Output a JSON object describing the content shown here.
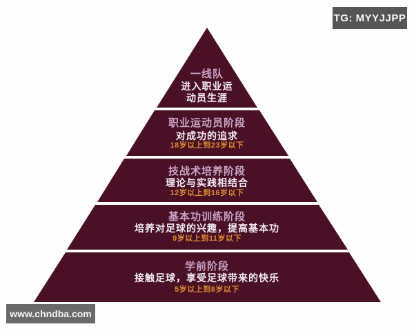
{
  "badges": {
    "top_right": "TG: MYYJJPP",
    "bottom_left": "www.chndba.com"
  },
  "colors": {
    "pyramid_fill": "#4a1126",
    "divider": "#fefefe",
    "title_text": "#c7a3c5",
    "body_text": "#f3eaf2",
    "age_text": "#dd8c30",
    "badge_top_bg": "#565656",
    "badge_bottom_bg": "#696969",
    "background": "#fefefe"
  },
  "pyramid": {
    "type": "pyramid-diagram",
    "levels": [
      {
        "title": "一线队",
        "desc_line1": "进入职业运",
        "desc_line2": "动员生涯",
        "age": ""
      },
      {
        "title": "职业运动员阶段",
        "desc": "对成功的追求",
        "age": "18岁以上到23岁以下"
      },
      {
        "title": "技战术培养阶段",
        "desc": "理论与实践相结合",
        "age": "12岁以上到16岁以下"
      },
      {
        "title": "基本功训练阶段",
        "desc": "培养对足球的兴趣，提高基本功",
        "age": "9岁以上到11岁以下"
      },
      {
        "title": "学前阶段",
        "desc": "接触足球，享受足球带来的快乐",
        "age": "5岁以上到8岁以下"
      }
    ]
  }
}
